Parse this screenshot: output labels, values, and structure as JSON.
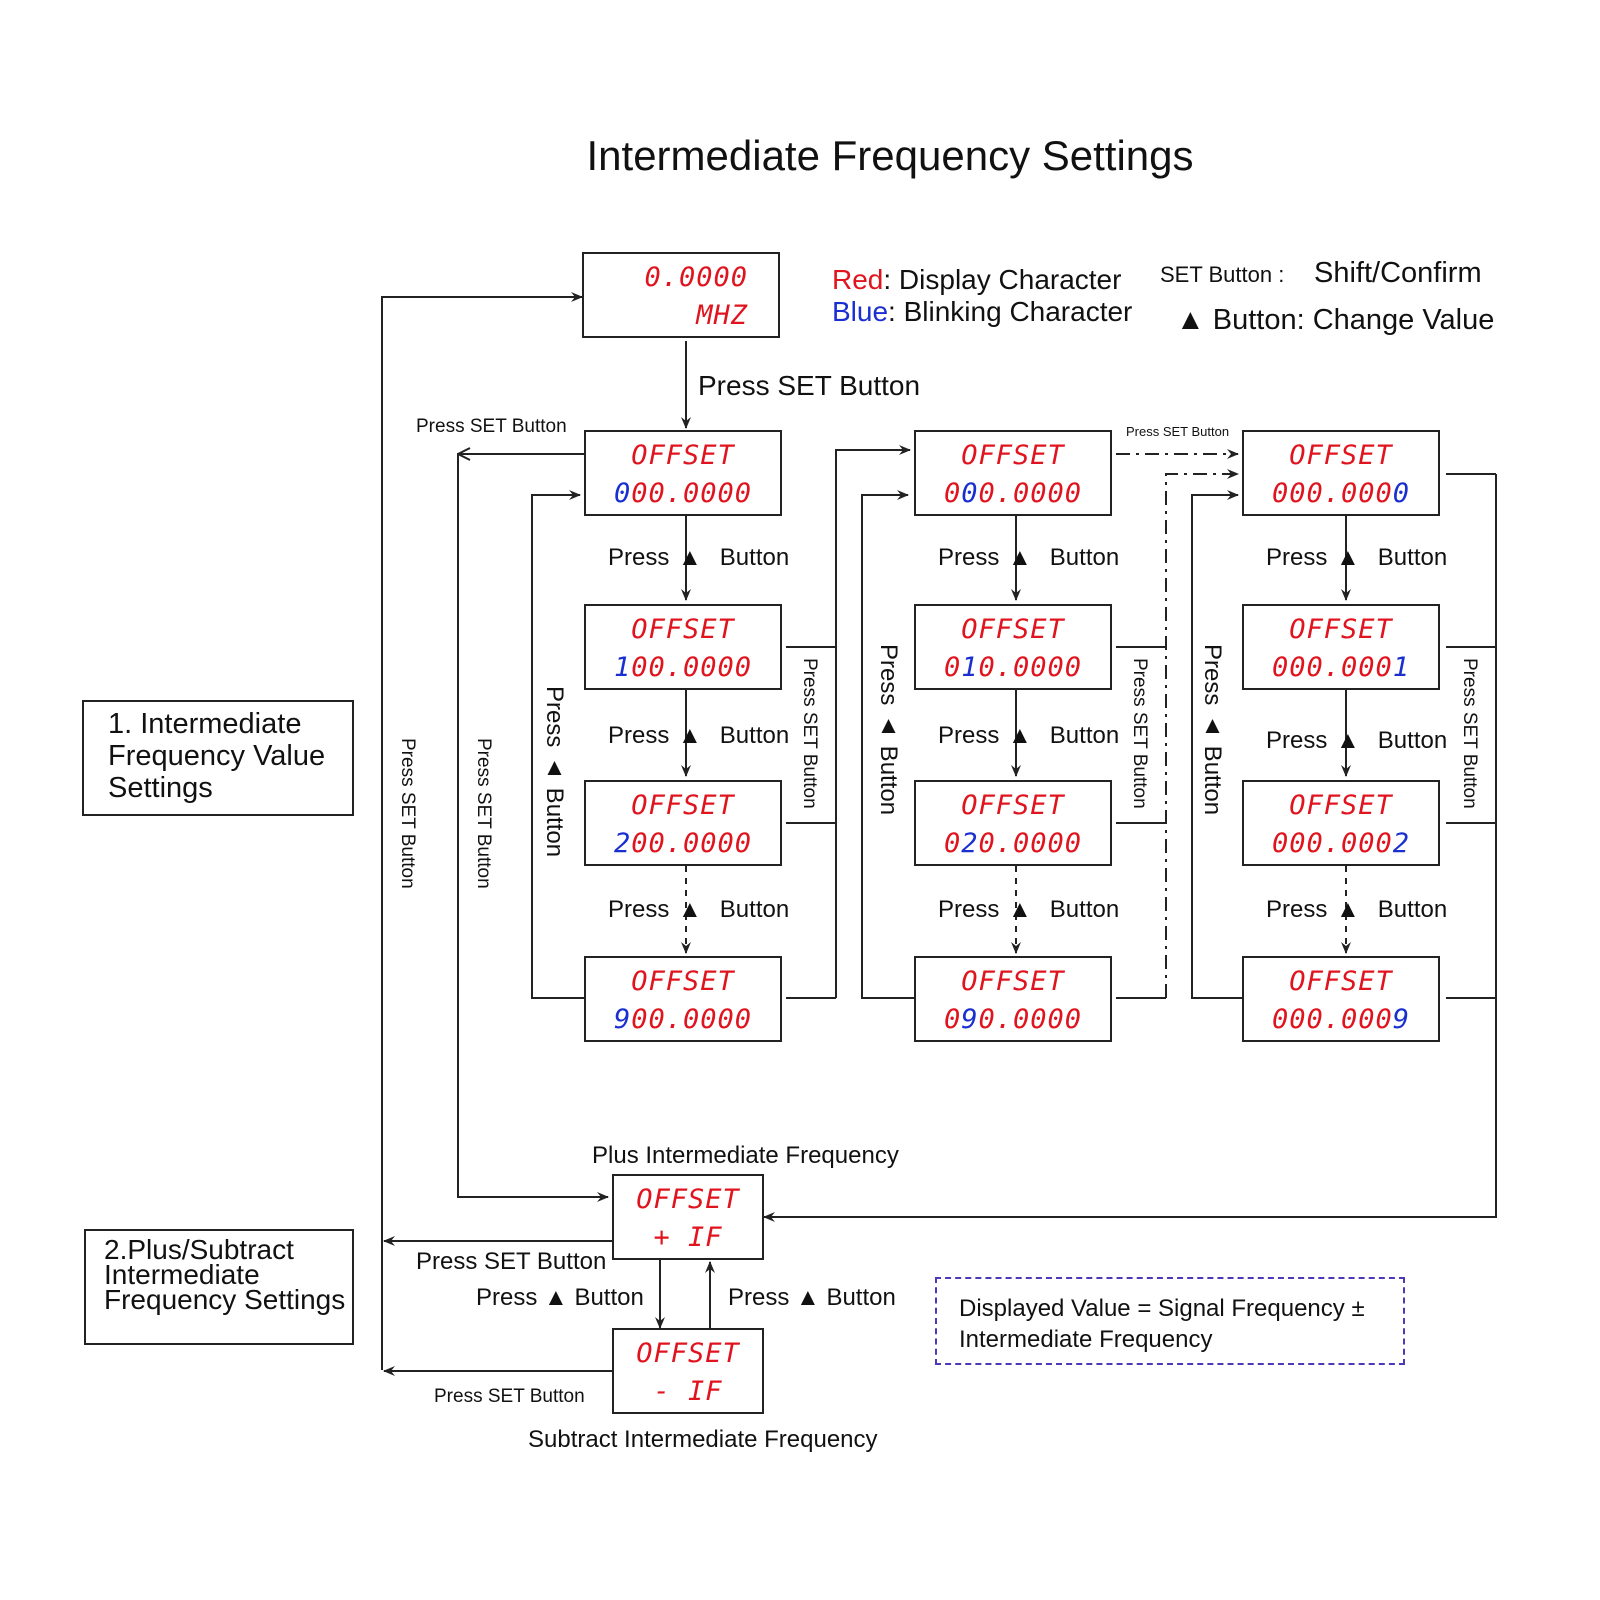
{
  "title": "Intermediate Frequency Settings",
  "legend": {
    "red_word": "Red",
    "red_desc": ": Display Character",
    "blue_word": "Blue",
    "blue_desc": ": Blinking Character",
    "set_label": "SET Button :",
    "set_desc": "Shift/Confirm",
    "up_label": "▲ Button: Change Value",
    "colors": {
      "display": "#e0141e",
      "blinking": "#1a2fd0"
    }
  },
  "start_display": {
    "line1": "0.0000",
    "line2": "MHZ"
  },
  "columns": [
    {
      "states": [
        {
          "line1": "OFFSET",
          "pre": "",
          "blink": "0",
          "post": "00.0000"
        },
        {
          "line1": "OFFSET",
          "pre": "",
          "blink": "1",
          "post": "00.0000"
        },
        {
          "line1": "OFFSET",
          "pre": "",
          "blink": "2",
          "post": "00.0000"
        },
        {
          "line1": "OFFSET",
          "pre": "",
          "blink": "9",
          "post": "00.0000"
        }
      ]
    },
    {
      "states": [
        {
          "line1": "OFFSET",
          "pre": "0",
          "blink": "0",
          "post": "0.0000"
        },
        {
          "line1": "OFFSET",
          "pre": "0",
          "blink": "1",
          "post": "0.0000"
        },
        {
          "line1": "OFFSET",
          "pre": "0",
          "blink": "2",
          "post": "0.0000"
        },
        {
          "line1": "OFFSET",
          "pre": "0",
          "blink": "9",
          "post": "0.0000"
        }
      ]
    },
    {
      "states": [
        {
          "line1": "OFFSET",
          "pre": "000.000",
          "blink": "0",
          "post": ""
        },
        {
          "line1": "OFFSET",
          "pre": "000.000",
          "blink": "1",
          "post": ""
        },
        {
          "line1": "OFFSET",
          "pre": "000.000",
          "blink": "2",
          "post": ""
        },
        {
          "line1": "OFFSET",
          "pre": "000.000",
          "blink": "9",
          "post": ""
        }
      ]
    }
  ],
  "if_states": {
    "plus": {
      "line1": "OFFSET",
      "line2": "+ IF",
      "caption": "Plus Intermediate Frequency"
    },
    "minus": {
      "line1": "OFFSET",
      "line2": "- IF",
      "caption": "Subtract Intermediate Frequency"
    }
  },
  "labels": {
    "press_set": "Press SET Button",
    "press_up_pre": "Press",
    "press_up_post": "Button",
    "press_up_full": "Press ▲ Button"
  },
  "sections": {
    "s1": "1. Intermediate Frequency Value Settings",
    "s2": "2.Plus/Subtract Intermediate Frequency Settings"
  },
  "note": "Displayed Value = Signal Frequency ± Intermediate Frequency"
}
